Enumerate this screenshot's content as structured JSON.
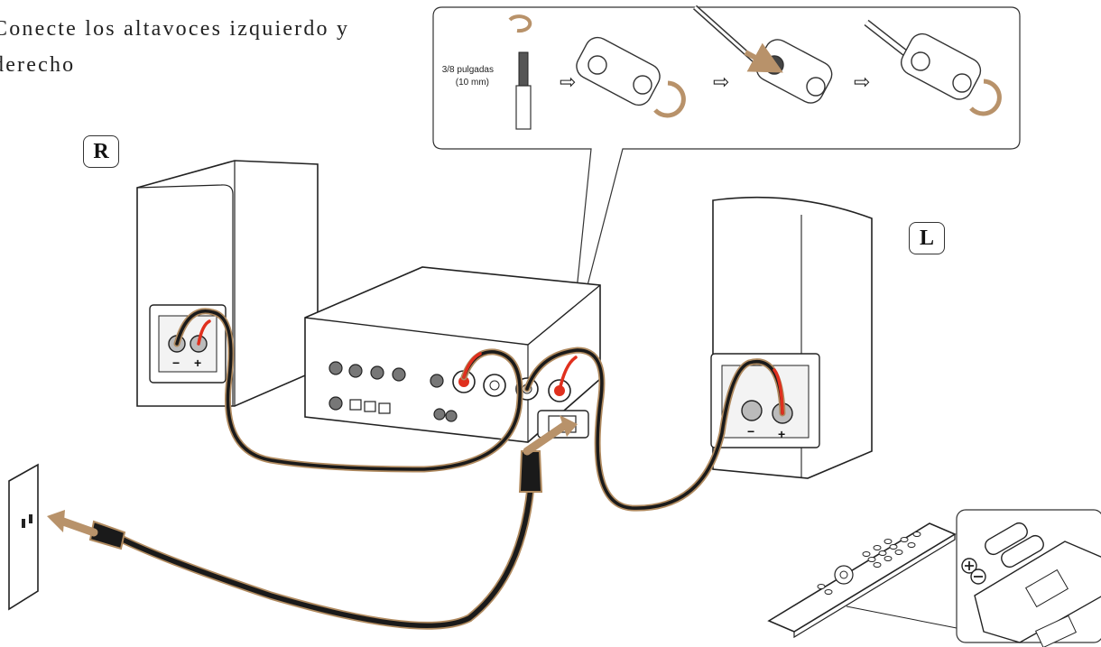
{
  "heading": "Conecte los altavoces izquierdo y derecho",
  "badges": {
    "right": "R",
    "left": "L"
  },
  "strip_instruction": {
    "length": "3/8 pulgadas",
    "metric": "(10 mm)",
    "arrow": "⇨"
  },
  "terminals": {
    "minus": "−",
    "plus": "+"
  },
  "colors": {
    "wire_brown": "#b08a5f",
    "wire_black": "#1a1a1a",
    "terminal_red": "#e0301e",
    "arrow_tan": "#b8926a",
    "outline": "#222222"
  },
  "icons": {
    "rotate": "rotate-icon",
    "arrow": "right-arrow-icon",
    "plus": "plus-circle-icon",
    "minus": "minus-circle-icon"
  }
}
